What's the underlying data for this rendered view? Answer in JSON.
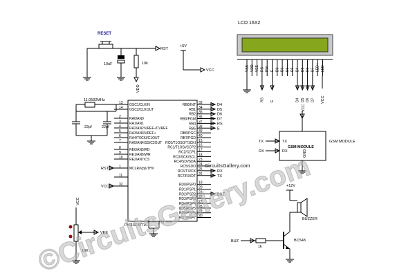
{
  "labels": {
    "reset": "RESET",
    "rst_out": "RST",
    "cap_reset": "10uF",
    "res_reset": "10k",
    "vdd": "VDD",
    "plus5v": "+5V",
    "vcc": "VCC",
    "lcd_title": "LCD 16X2",
    "crystal": "11.0592MHz",
    "cap1": "22pf",
    "cap2": "22pf",
    "mcu_name": "PIC16F877A",
    "gsm_name": "GSM MODULE",
    "gsm_side": "GSM MODULE",
    "gnd": "GND",
    "tx": "TX",
    "rx": "RX",
    "rst": "RST",
    "buz": "BUZ",
    "buzzer": "BUZZER",
    "plus12v": "+12V",
    "r_1k": "1k",
    "transistor": "BC548",
    "vee": "VEE",
    "pot": "10K"
  },
  "lcd_pins": [
    "VSS",
    "VDD",
    "VEE",
    "RS",
    "RW",
    "E",
    "D0",
    "D1",
    "D2",
    "D3",
    "D4",
    "D5",
    "D6",
    "D7",
    "LED+",
    "LED-"
  ],
  "lcd_signals": [
    "RS",
    "E",
    "D4",
    "D5",
    "D6",
    "D7"
  ],
  "mcu_left_pins": [
    {
      "num": "13",
      "name": "OSC1/CLKIN"
    },
    {
      "num": "14",
      "name": "OSC2/CLKOUT"
    },
    {
      "num": "2",
      "name": "RA0/AN0"
    },
    {
      "num": "3",
      "name": "RA1/AN1"
    },
    {
      "num": "4",
      "name": "RA2/AN2/VREF-/CVREF"
    },
    {
      "num": "5",
      "name": "RA3/AN3/VREF+"
    },
    {
      "num": "6",
      "name": "RA4/T0CKI/C1OUT"
    },
    {
      "num": "7",
      "name": "RA5/AN4/SS/C2OUT"
    },
    {
      "num": "8",
      "name": "RE0/AN5/RD"
    },
    {
      "num": "9",
      "name": "RE1/AN6/WR"
    },
    {
      "num": "10",
      "name": "RE2/AN7/CS"
    },
    {
      "num": "1",
      "name": "MCLR/Vpp/THV"
    },
    {
      "num": "11",
      "name": ""
    },
    {
      "num": "32",
      "name": ""
    }
  ],
  "mcu_right_pins": [
    {
      "num": "33",
      "name": "RB0/INT",
      "net": "D4"
    },
    {
      "num": "34",
      "name": "RB1",
      "net": "D5"
    },
    {
      "num": "35",
      "name": "RB2",
      "net": "D6"
    },
    {
      "num": "36",
      "name": "RB3/PGM",
      "net": "D7"
    },
    {
      "num": "37",
      "name": "RB4",
      "net": "RS"
    },
    {
      "num": "38",
      "name": "RB5",
      "net": "E"
    },
    {
      "num": "39",
      "name": "RB6/PGC",
      "net": ""
    },
    {
      "num": "40",
      "name": "RB7/PGD",
      "net": ""
    },
    {
      "num": "15",
      "name": "RC0/T1OSO/T1CKI",
      "net": ""
    },
    {
      "num": "16",
      "name": "RC1/T1OSI/CCP2",
      "net": ""
    },
    {
      "num": "17",
      "name": "RC2/CCP1",
      "net": ""
    },
    {
      "num": "18",
      "name": "RC3/SCK/SCL",
      "net": ""
    },
    {
      "num": "23",
      "name": "RC4/SDI/SDA",
      "net": ""
    },
    {
      "num": "24",
      "name": "RC5/SDO",
      "net": ""
    },
    {
      "num": "25",
      "name": "RC6/TX/CK",
      "net": "RX"
    },
    {
      "num": "26",
      "name": "RC7/RX/DT",
      "net": "TX"
    },
    {
      "num": "19",
      "name": "RD0/PSP0",
      "net": ""
    },
    {
      "num": "20",
      "name": "RD1/PSP1",
      "net": ""
    },
    {
      "num": "21",
      "name": "RD2/PSP2",
      "net": "BUZ"
    },
    {
      "num": "22",
      "name": "RD3/PSP3",
      "net": ""
    },
    {
      "num": "27",
      "name": "RD4/PSP4",
      "net": ""
    },
    {
      "num": "28",
      "name": "RD5/PSP5",
      "net": ""
    },
    {
      "num": "29",
      "name": "RD6/PSP6",
      "net": ""
    },
    {
      "num": "30",
      "name": "RD7/PSP7",
      "net": ""
    }
  ],
  "mcu_bottom_pins": [
    "12",
    "31"
  ],
  "watermark": {
    "main": "©CircuitsGallery.com",
    "small": "CircuitsGallery.com"
  },
  "colors": {
    "lcd_screen": "#86a61e",
    "lcd_frame": "#c9c9c9",
    "ground_symbol": "#1a1a8c",
    "pot_terminal": "#8b1010",
    "watermark": "#b9b9b9"
  }
}
